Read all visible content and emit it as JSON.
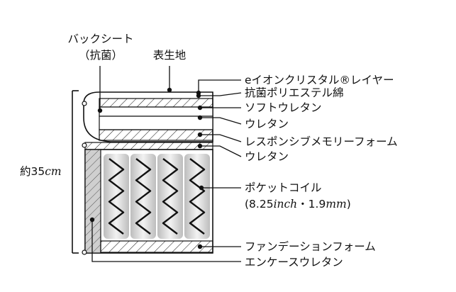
{
  "labels": {
    "back_sheet": "バックシート",
    "back_sheet_sub": "（抗菌）",
    "top_fabric": "表生地",
    "e_ion": "eイオンクリスタル®レイヤー",
    "antibacterial_poly": "抗菌ポリエステル綿",
    "soft_urethane": "ソフトウレタン",
    "urethane_1": "ウレタン",
    "memory_foam": "レスポンシブメモリーフォーム",
    "urethane_2": "ウレタン",
    "pocket_coil": "ポケットコイル",
    "pocket_coil_spec_open": "(8.25",
    "pocket_coil_spec_inch": "inch",
    "pocket_coil_spec_mid": "・1.9",
    "pocket_coil_spec_mm": "mm",
    "pocket_coil_spec_close": ")",
    "foundation_foam": "ファンデーションフォーム",
    "encase_urethane": "エンケースウレタン",
    "height_num": "約35",
    "height_unit": "cm"
  },
  "colors": {
    "line": "#111111",
    "hatch": "#222222",
    "coil_sleeve": "#d9d9d9",
    "encase_fill": "#cfcfcf"
  }
}
